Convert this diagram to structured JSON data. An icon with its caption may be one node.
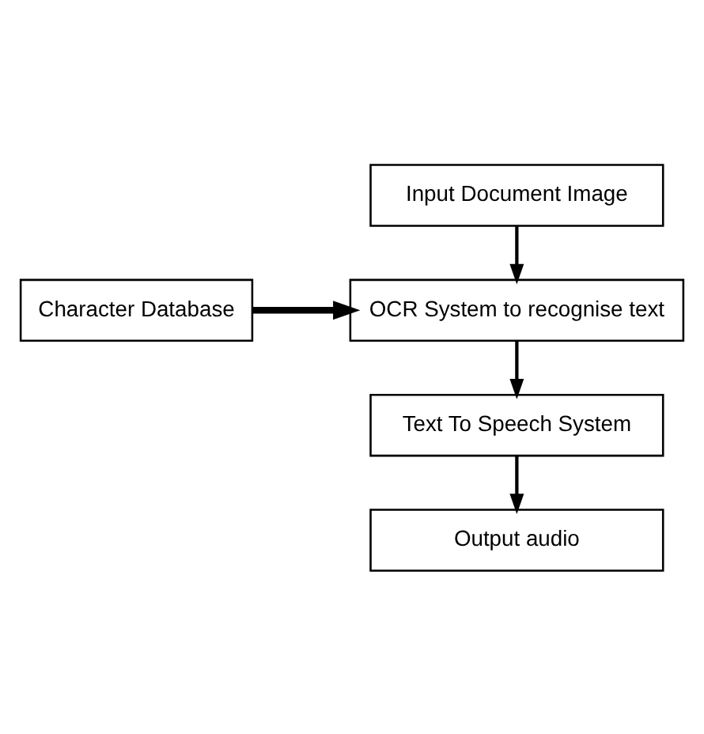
{
  "diagram": {
    "nodes": [
      {
        "text": [
          "Input Document Image"
        ]
      },
      {
        "text": [
          "OCR System to recognise text"
        ]
      },
      {
        "text": [
          "Character Database"
        ]
      },
      {
        "text": [
          "Text To Speech System"
        ]
      },
      {
        "text": [
          "Output audio"
        ]
      }
    ],
    "edges": [
      {
        "from": 0,
        "to": 1,
        "arrow": "to"
      },
      {
        "from": 2,
        "to": 1,
        "arrow": "to",
        "style": "thick"
      },
      {
        "from": 1,
        "to": 3,
        "arrow": "to"
      },
      {
        "from": 3,
        "to": 4,
        "arrow": "to"
      }
    ]
  }
}
